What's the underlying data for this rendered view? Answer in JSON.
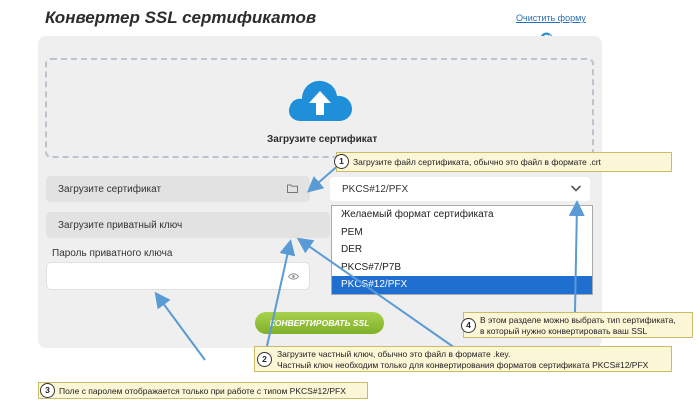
{
  "header": {
    "title": "Конвертер SSL сертификатов",
    "clear_link": "Очистить форму"
  },
  "dropzone": {
    "label": "Загрузите сертификат"
  },
  "form": {
    "cert_field": "Загрузите сертификат",
    "key_field": "Загрузите приватный ключ",
    "password_label": "Пароль приватного ключа",
    "password_value": "",
    "format_select": "PKCS#12/PFX",
    "format_options": [
      "Желаемый формат сертификата",
      "PEM",
      "DER",
      "PKCS#7/P7B",
      "PKCS#12/PFX"
    ],
    "selected_option": "PKCS#12/PFX",
    "convert_button": "КОНВЕРТИРОВАТЬ SSL"
  },
  "callouts": [
    {
      "number": "1",
      "lines": [
        "Загрузите файл сертификата, обычно это файл в формате .crt"
      ]
    },
    {
      "number": "2",
      "lines": [
        "Загрузите частный ключ, обычно это файл в формате .key.",
        "Частный ключ необходим только для конвертирования форматов сертификата PKCS#12/PFX"
      ]
    },
    {
      "number": "3",
      "lines": [
        "Поле с паролем отображается только при работе с типом PKCS#12/PFX"
      ]
    },
    {
      "number": "4",
      "lines": [
        "В этом разделе можно выбрать тип сертификата,",
        "в который нужно конвертировать ваш SSL"
      ]
    }
  ],
  "colors": {
    "accent_blue": "#2b8fd6",
    "button_green": "#8cbf33",
    "callout_bg": "#fbf6d6",
    "selected_option": "#1f6fd1"
  },
  "icons": [
    "refresh-icon",
    "cloud-upload-icon",
    "folder-icon",
    "eye-icon",
    "chevron-down-icon"
  ]
}
